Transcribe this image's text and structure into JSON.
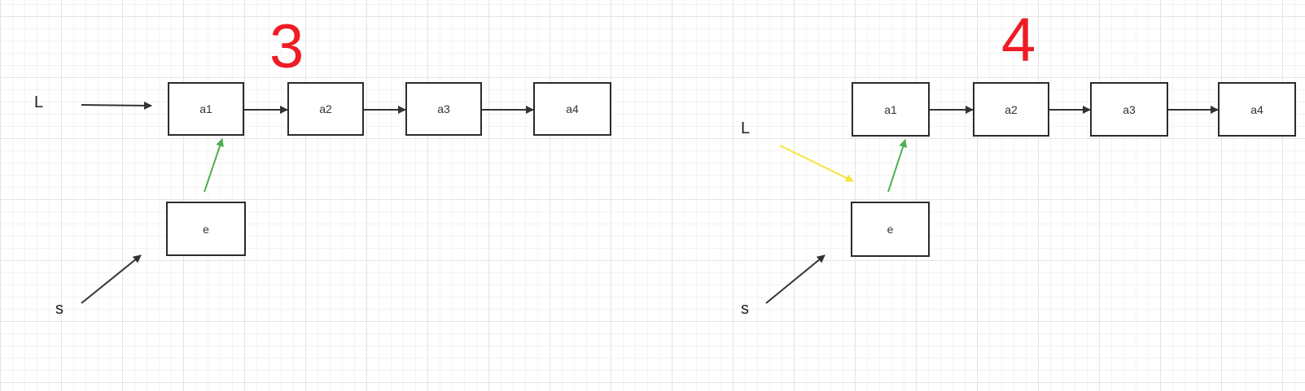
{
  "colors": {
    "step_number": "#ee1c25",
    "link_arrow": "#333333",
    "new_link_arrow": "#4caf50",
    "moved_pointer_arrow": "#f5e63c"
  },
  "panels": [
    {
      "step": "3",
      "nodes": [
        "a1",
        "a2",
        "a3",
        "a4"
      ],
      "new_node": "e",
      "head_label": "L",
      "pointer_label": "s"
    },
    {
      "step": "4",
      "nodes": [
        "a1",
        "a2",
        "a3",
        "a4"
      ],
      "new_node": "e",
      "head_label": "L",
      "pointer_label": "s"
    }
  ]
}
